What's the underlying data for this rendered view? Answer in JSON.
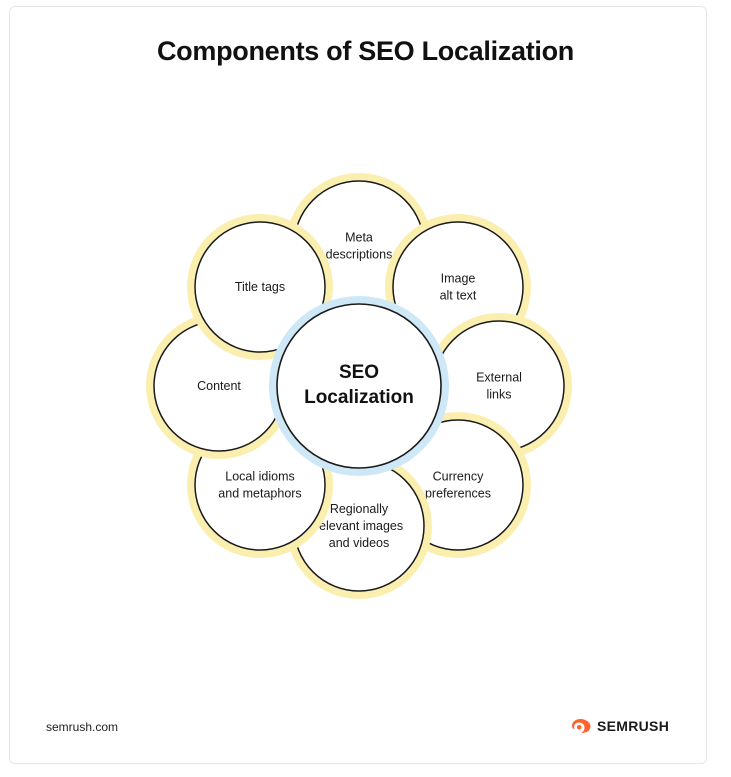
{
  "title": "Components of SEO Localization",
  "center": {
    "lines": [
      "SEO",
      "Localization"
    ],
    "ring_color": "#cfe8f7"
  },
  "nodes": [
    {
      "id": "meta-descriptions",
      "lines": [
        "Meta",
        "descriptions"
      ]
    },
    {
      "id": "image-alt-text",
      "lines": [
        "Image",
        "alt text"
      ]
    },
    {
      "id": "external-links",
      "lines": [
        "External",
        "links"
      ]
    },
    {
      "id": "currency-preferences",
      "lines": [
        "Currency",
        "preferences"
      ]
    },
    {
      "id": "regionally-relevant-images",
      "lines": [
        "Regionally",
        "relevant images",
        "and videos"
      ]
    },
    {
      "id": "local-idioms",
      "lines": [
        "Local idioms",
        "and metaphors"
      ]
    },
    {
      "id": "content",
      "lines": [
        "Content"
      ]
    },
    {
      "id": "title-tags",
      "lines": [
        "Title tags"
      ]
    }
  ],
  "node_ring_color": "#fbefb0",
  "footer": {
    "site": "semrush.com",
    "brand": "SEMRUSH",
    "brand_color": "#ff642d"
  }
}
